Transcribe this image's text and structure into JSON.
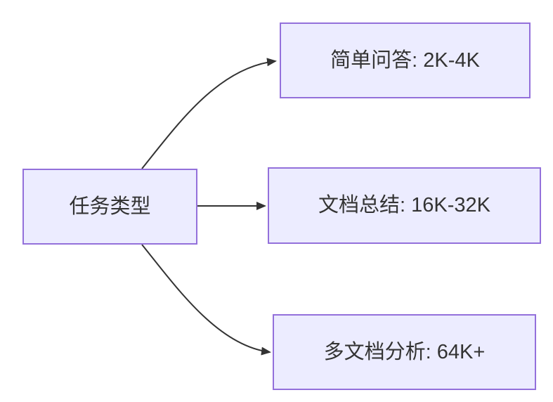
{
  "diagram": {
    "type": "flowchart",
    "direction": "left-to-right"
  },
  "theme": {
    "background": "#ffffff",
    "node_fill": "#ECECFF",
    "node_border": "#9370DB",
    "node_text_color": "#333333",
    "edge_color": "#333333"
  },
  "nodes": {
    "root": {
      "id": "task-type",
      "label": "任务类型"
    },
    "branches": [
      {
        "id": "simple-qa",
        "label": "简单问答: 2K-4K"
      },
      {
        "id": "doc-summary",
        "label": "文档总结: 16K-32K"
      },
      {
        "id": "multi-doc-analysis",
        "label": "多文档分析: 64K+"
      }
    ]
  },
  "edges": [
    {
      "from": "task-type",
      "to": "simple-qa"
    },
    {
      "from": "task-type",
      "to": "doc-summary"
    },
    {
      "from": "task-type",
      "to": "multi-doc-analysis"
    }
  ]
}
